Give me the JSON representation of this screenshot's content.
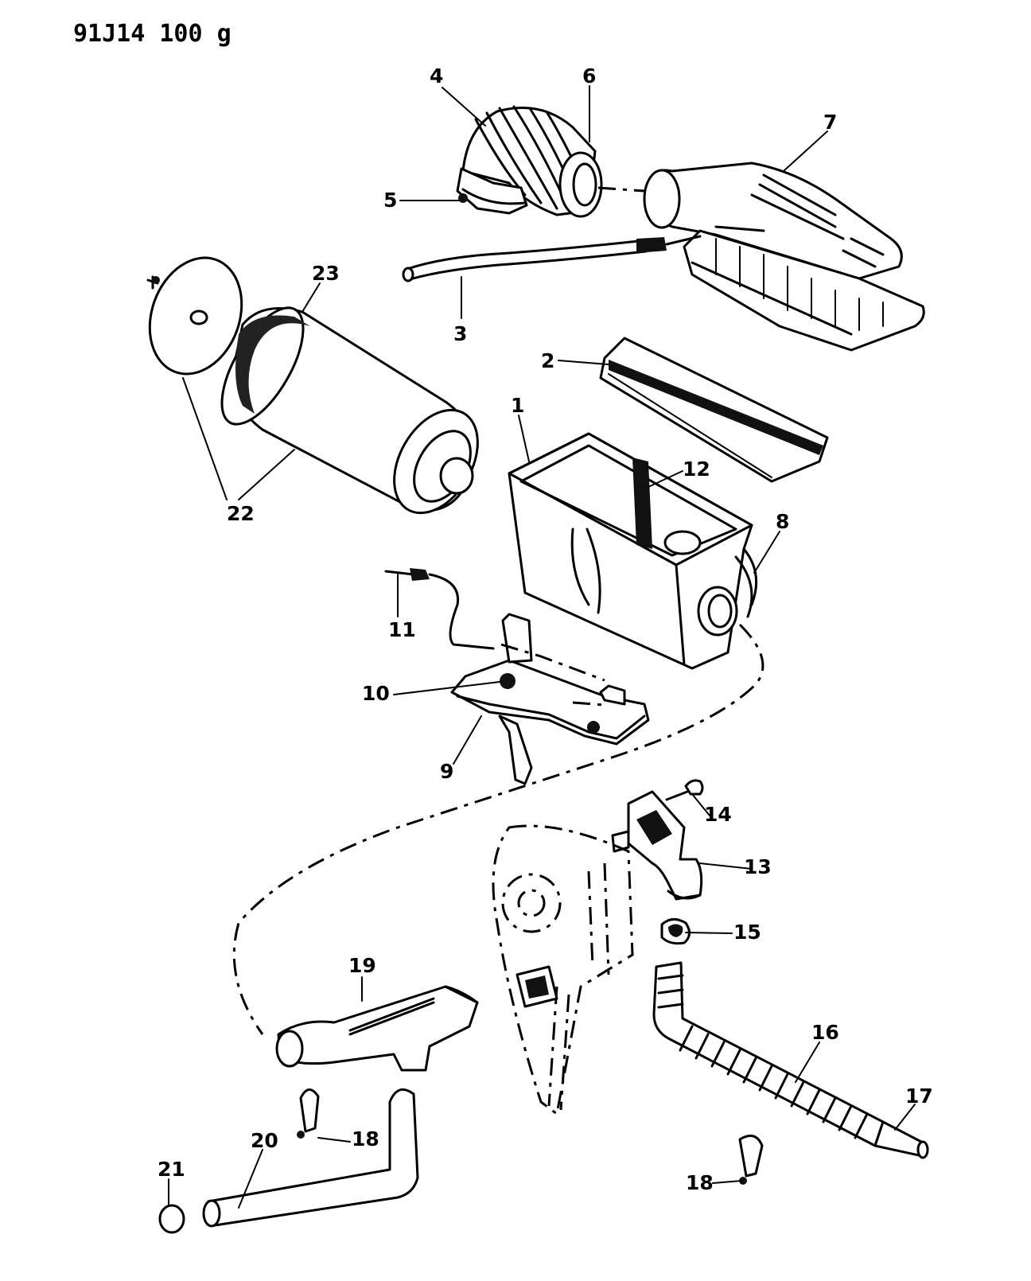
{
  "drawing_code": "91J14 100 g",
  "callouts": {
    "c1": "1",
    "c2": "2",
    "c3": "3",
    "c4": "4",
    "c5": "5",
    "c6": "6",
    "c7": "7",
    "c8": "8",
    "c9": "9",
    "c10": "10",
    "c11": "11",
    "c12": "12",
    "c13": "13",
    "c14": "14",
    "c15": "15",
    "c16": "16",
    "c17": "17",
    "c18a": "18",
    "c18b": "18",
    "c19": "19",
    "c20": "20",
    "c21": "21",
    "c22": "22",
    "c23": "23"
  }
}
